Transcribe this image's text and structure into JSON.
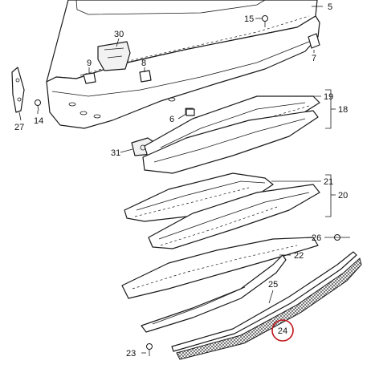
{
  "diagram": {
    "callouts": {
      "c5": "5",
      "c15": "15",
      "c30": "30",
      "c9": "9",
      "c8": "8",
      "c7": "7",
      "c27": "27",
      "c14": "14",
      "c6": "6",
      "c19": "19",
      "c18": "18",
      "c31": "31",
      "c21": "21",
      "c20": "20",
      "c26": "26",
      "c22": "22",
      "c25": "25",
      "c24": "24",
      "c23": "23"
    },
    "highlight_color": "#c0141b"
  }
}
